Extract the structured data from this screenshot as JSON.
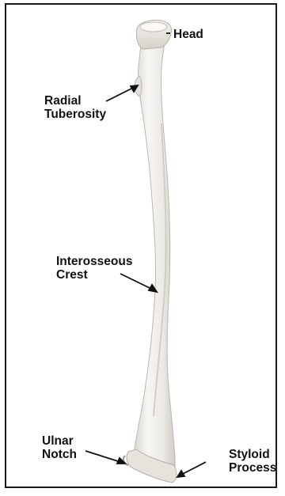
{
  "figure": {
    "labels": {
      "head": "Head",
      "radial_tuberosity": [
        "Radial",
        "Tuberosity"
      ],
      "interosseous_crest": [
        "Interosseous",
        "Crest"
      ],
      "ulnar_notch": [
        "Ulnar",
        "Notch"
      ],
      "styloid_process": [
        "Styloid",
        "Process"
      ]
    }
  }
}
